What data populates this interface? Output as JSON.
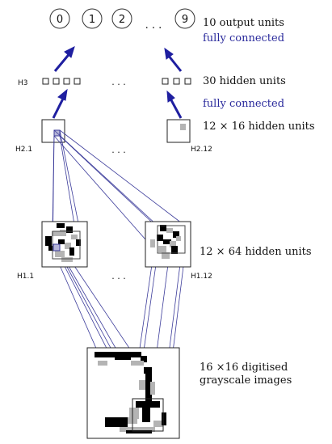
{
  "output_layer": {
    "units": [
      "0",
      "1",
      "2",
      "9"
    ],
    "ellipsis": ". . .",
    "label": "10 output units",
    "connection": "fully connected"
  },
  "h3": {
    "name": "H3",
    "ellipsis": ". . .",
    "label": "30 hidden units",
    "connection": "fully connected"
  },
  "h2": {
    "first": "H2.1",
    "last": "H2.12",
    "ellipsis": ". . .",
    "label": "12 × 16 hidden units"
  },
  "h1": {
    "first": "H1.1",
    "last": "H1.12",
    "ellipsis": ". . .",
    "label": "12 × 64 hidden units"
  },
  "input": {
    "label_line1": "16 ×16 digitised",
    "label_line2": "grayscale images"
  },
  "colors": {
    "arrow": "#1f1fa0",
    "connection_line": "#3b3b9a",
    "black_pixel": "#000000",
    "gray_pixel": "#b4b4b4"
  }
}
